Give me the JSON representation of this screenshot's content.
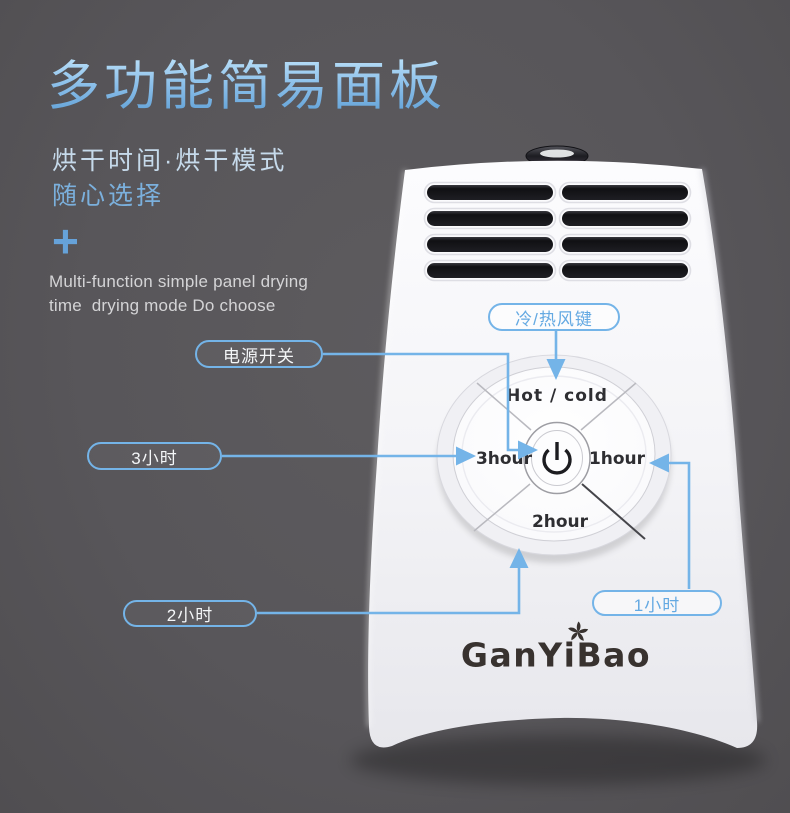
{
  "page": {
    "background_color": "#59575a",
    "accent_blue": "#74b4e8"
  },
  "intro": {
    "title": "多功能简易面板",
    "subtitle_line1": "烘干时间·烘干模式",
    "subtitle_line2": "随心选择",
    "plus_sign": "+",
    "description_line1": "Multi-function simple panel drying",
    "description_line2": "time  drying mode Do choose",
    "title_color_top": "#b9dff8",
    "title_color_bottom": "#5f9fd6"
  },
  "callouts": {
    "hot_cold_key": {
      "label": "冷/热风键"
    },
    "power_switch": {
      "label": "电源开关"
    },
    "three_hours": {
      "label": "3小时"
    },
    "two_hours": {
      "label": "2小时"
    },
    "one_hour": {
      "label": "1小时"
    }
  },
  "device": {
    "brand": "GanYiBao",
    "brand_icon": "fan-pinwheel-icon",
    "panel": {
      "top_button": "Hot / cold",
      "left_button": "3hour",
      "right_button": "1hour",
      "bottom_button": "2hour",
      "center_icon": "power-icon"
    }
  }
}
